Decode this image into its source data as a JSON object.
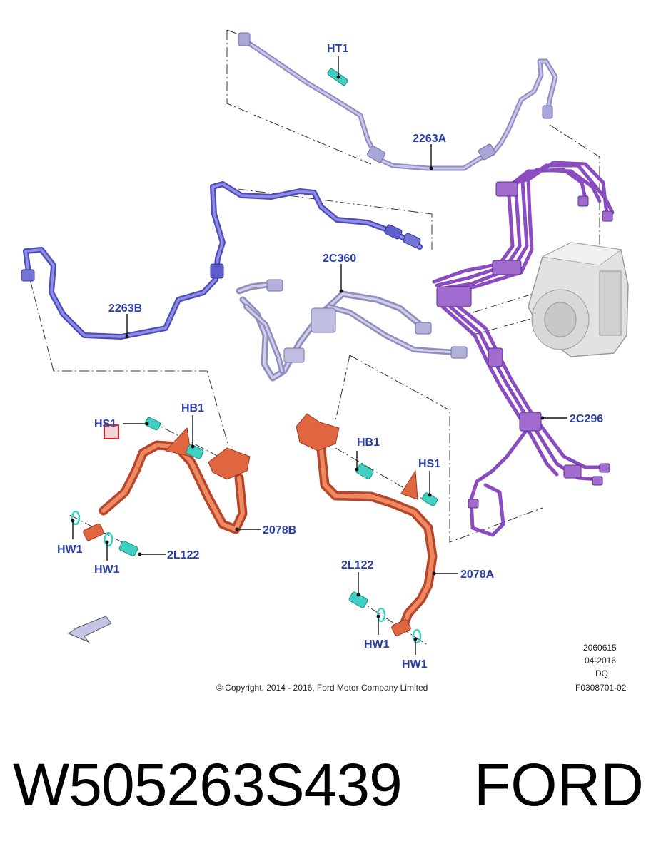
{
  "callouts": {
    "ht1": "HT1",
    "c2263a": "2263A",
    "c2263b": "2263B",
    "c2c360": "2C360",
    "c2c296": "2C296",
    "hs1_left": "HS1",
    "hb1_left": "HB1",
    "hw1_left_a": "HW1",
    "hw1_left_b": "HW1",
    "c2l122_left": "2L122",
    "c2078b": "2078B",
    "hb1_right": "HB1",
    "hs1_right": "HS1",
    "c2l122_right": "2L122",
    "c2078a": "2078A",
    "hw1_right_a": "HW1",
    "hw1_right_b": "HW1"
  },
  "meta": {
    "line1": "2060615",
    "line2": "04-2016",
    "line3": "DQ",
    "line4": "F0308701-02",
    "copyright": "© Copyright, 2014 - 2016, Ford Motor Company Limited"
  },
  "footer": {
    "part_number": "W505263S439",
    "brand": "FORD"
  },
  "colors": {
    "callout": "#2a3ea8",
    "line_2263A": "#a8a6d6",
    "line_2263B": "#6f6ed4",
    "line_2C360": "#b3b2dc",
    "line_2C296": "#a16bd0",
    "hose": "#e0663f",
    "fastener": "#3fd0c4",
    "highlight": "#e02020"
  }
}
